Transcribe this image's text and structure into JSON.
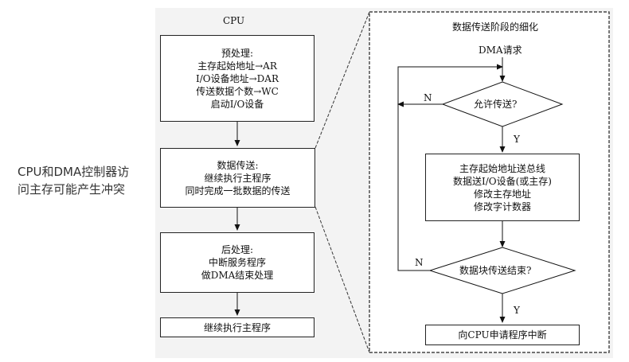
{
  "side_note": {
    "line1": "CPU和DMA控制器访",
    "line2": "问主存可能产生冲突"
  },
  "left_flow": {
    "title": "CPU",
    "preprocess": {
      "title": "预处理:",
      "lines": [
        "主存起始地址→AR",
        "I/O设备地址→DAR",
        "传送数据个数→WC",
        "启动I/O设备"
      ]
    },
    "transfer": {
      "title": "数据传送:",
      "lines": [
        "继续执行主程序",
        "同时完成一批数据的传送"
      ]
    },
    "postprocess": {
      "title": "后处理:",
      "lines": [
        "中断服务程序",
        "做DMA结束处理"
      ]
    },
    "continue_label": "继续执行主程序"
  },
  "right_flow": {
    "title": "数据传送阶段的细化",
    "start_label": "DMA请求",
    "decision1": "允许传送?",
    "process_lines": [
      "主存起始地址送总线",
      "数据送I/O设备(或主存)",
      "修改主存地址",
      "修改字计数器"
    ],
    "decision2": "数据块传送结束?",
    "end_label": "向CPU申请程序中断",
    "yes": "Y",
    "no": "N"
  }
}
